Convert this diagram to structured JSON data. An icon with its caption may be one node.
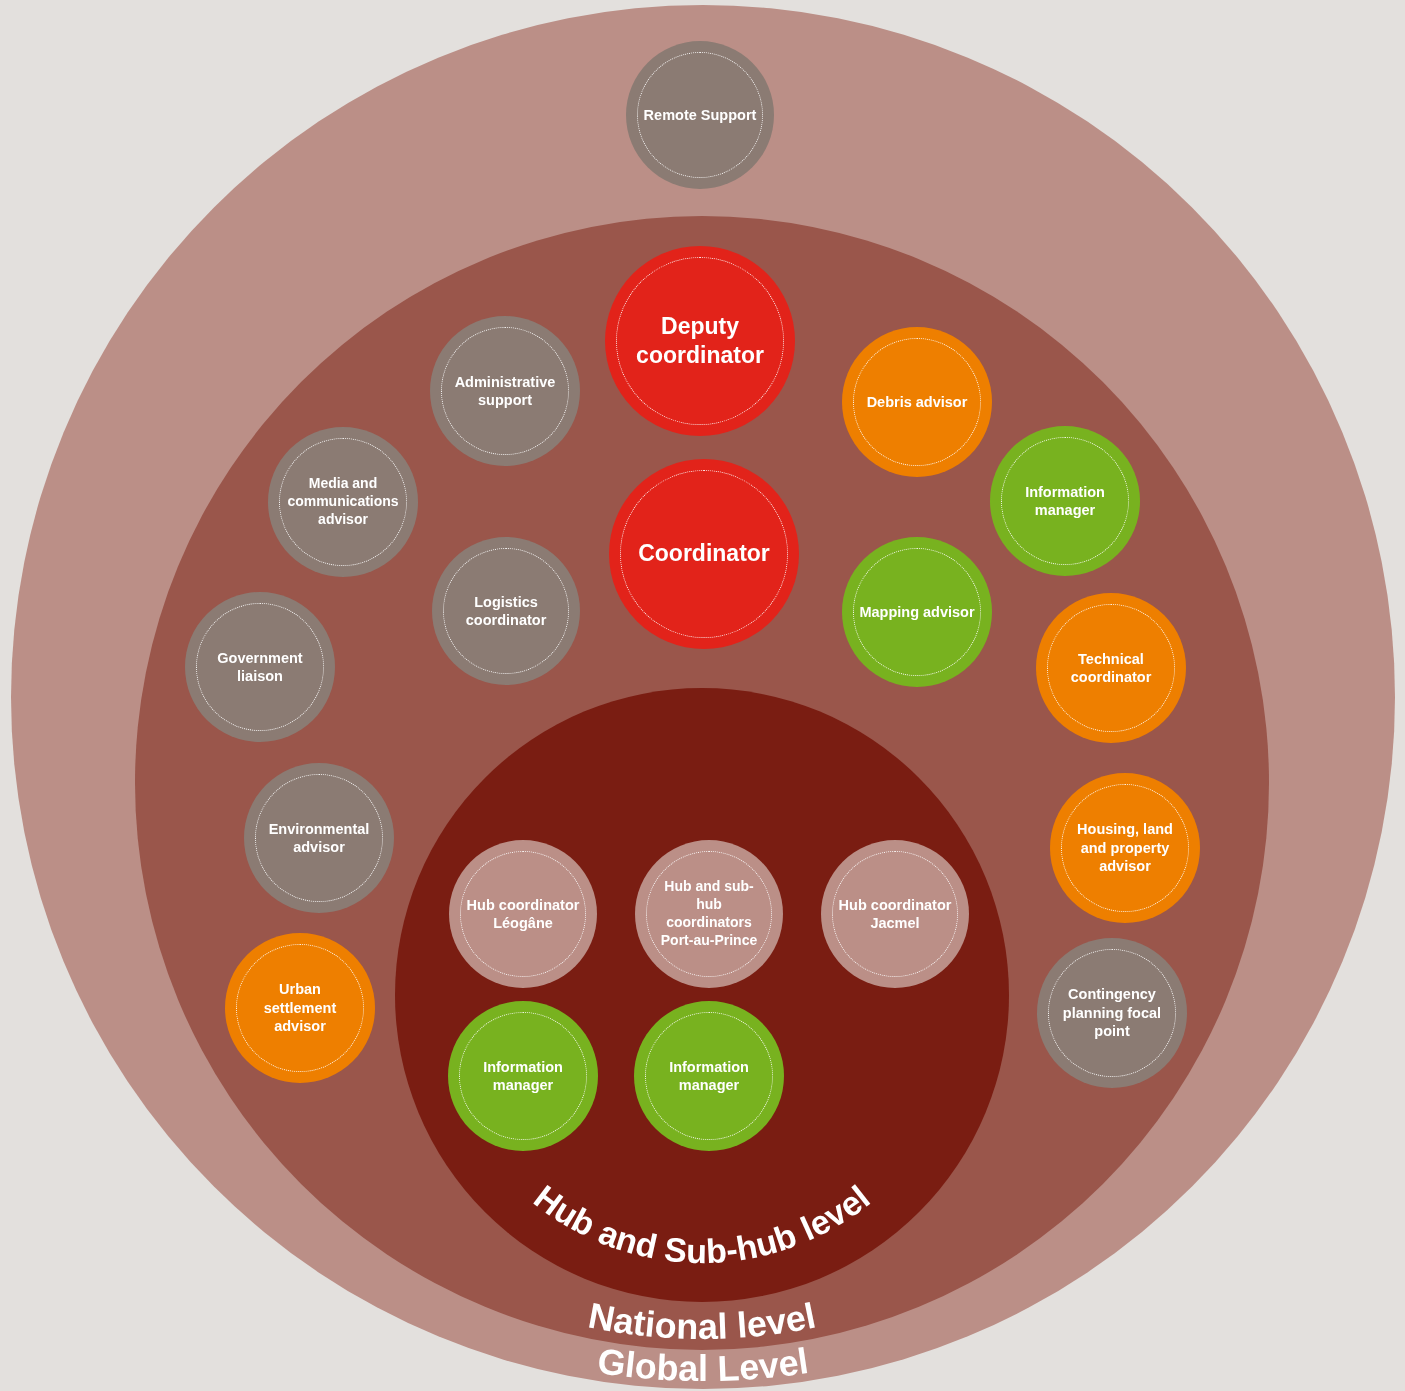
{
  "diagram": {
    "nodes": [
      {
        "text": [
          "Global Level"
        ]
      },
      {
        "text": [
          "National level"
        ],
        "in": 0
      },
      {
        "text": [
          "Hub and Sub-hub level"
        ],
        "in": 1
      },
      {
        "text": [
          "Remote Support"
        ],
        "in": 0
      },
      {
        "text": [
          "Deputy coordinator"
        ],
        "in": 1
      },
      {
        "text": [
          "Administrative support"
        ],
        "in": 1
      },
      {
        "text": [
          "Debris advisor"
        ],
        "in": 1
      },
      {
        "text": [
          "Media and communications advisor"
        ],
        "in": 1
      },
      {
        "text": [
          "Information manager"
        ],
        "in": 1
      },
      {
        "text": [
          "Coordinator"
        ],
        "in": 1
      },
      {
        "text": [
          "Logistics coordinator"
        ],
        "in": 1
      },
      {
        "text": [
          "Mapping advisor"
        ],
        "in": 1
      },
      {
        "text": [
          "Government liaison"
        ],
        "in": 1
      },
      {
        "text": [
          "Technical coordinator"
        ],
        "in": 1
      },
      {
        "text": [
          "Environmental advisor"
        ],
        "in": 1
      },
      {
        "text": [
          "Housing, land and property advisor"
        ],
        "in": 1
      },
      {
        "text": [
          "Urban settlement advisor"
        ],
        "in": 1
      },
      {
        "text": [
          "Contingency planning focal point"
        ],
        "in": 1
      },
      {
        "text": [
          "Hub coordinator Léogâne"
        ],
        "in": 2
      },
      {
        "text": [
          "Hub and sub-hub coordinators Port-au-Prince"
        ],
        "in": 2
      },
      {
        "text": [
          "Hub coordinator Jacmel"
        ],
        "in": 2
      },
      {
        "text": [
          "Information manager"
        ],
        "in": 2
      },
      {
        "text": [
          "Information manager"
        ],
        "in": 2
      }
    ],
    "edges": []
  }
}
